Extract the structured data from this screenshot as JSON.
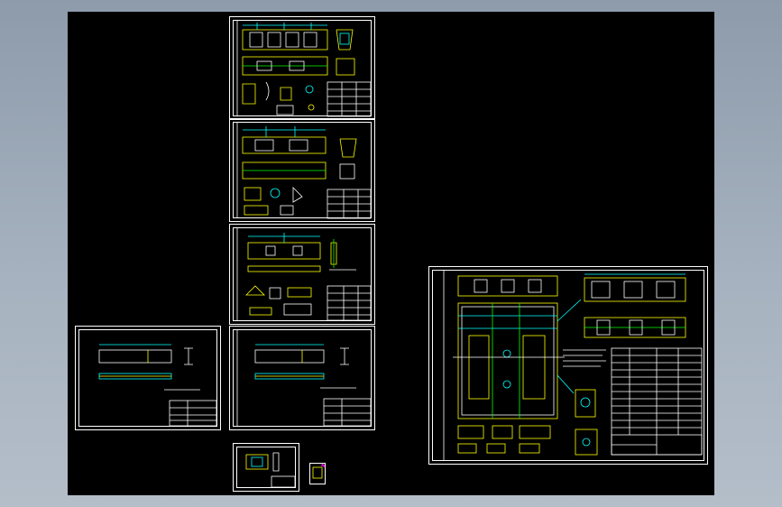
{
  "app": {
    "canvas_background": "#000000",
    "viewport_background": "#9aa7b5"
  },
  "drawing_colors": {
    "border": "#ffffff",
    "object": "#ffff00",
    "dimension": "#00ffff",
    "centerline": "#00ff00",
    "marker": "#ff00ff"
  },
  "sheets": [
    {
      "id": "sheet-1"
    },
    {
      "id": "sheet-2"
    },
    {
      "id": "sheet-3"
    },
    {
      "id": "sheet-4"
    },
    {
      "id": "sheet-5"
    },
    {
      "id": "sheet-6"
    },
    {
      "id": "sheet-7"
    },
    {
      "id": "sheet-8"
    }
  ]
}
